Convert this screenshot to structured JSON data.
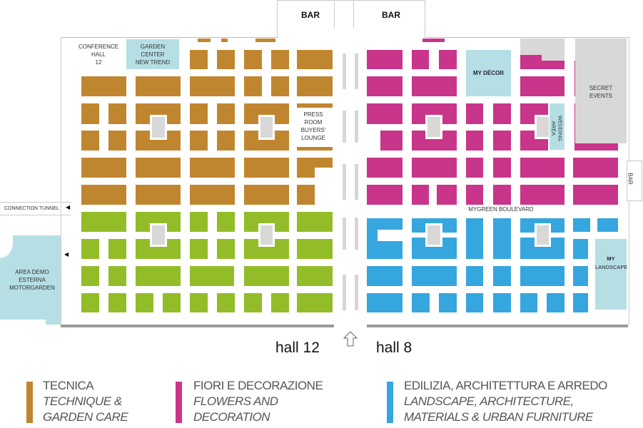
{
  "colors": {
    "technique": "#c0862f",
    "flowers": "#c9358a",
    "technique_green": "#92bd28",
    "landscape": "#36a6de",
    "special_area": "#b5dfe4",
    "service_area": "#d8d8d8"
  },
  "map": {
    "bar_left": "BAR",
    "bar_right": "BAR",
    "bar_side": "BAR",
    "conference_hall": [
      "CONFERENCE",
      "HALL",
      "12"
    ],
    "garden_center": [
      "GARDEN",
      "CENTER",
      "NEW TREND"
    ],
    "press_room": [
      "PRESS",
      "ROOM",
      "BUYERS'",
      "LOUNGE"
    ],
    "my_decor": "MY DÉCOR",
    "secret_events": [
      "SECRET",
      "EVENTS"
    ],
    "wedding_area": [
      "WEDDING",
      "AREA"
    ],
    "mygreen_boulevard": "MYGREEN BOULEVARD",
    "connection_tunnel": "CONNECTION TUNNEL",
    "area_demo": [
      "AREA DEMO",
      "ESTERNA",
      "MOTORGARDEN"
    ],
    "my_landscape": [
      "MY",
      "LANDSCAPE"
    ],
    "hall_12": "hall 12",
    "hall_8": "hall 8"
  },
  "legend": [
    {
      "title": "TECNICA",
      "subtitle_1": "TECHNIQUE &",
      "subtitle_2": "GARDEN CARE",
      "color": "#c0862f"
    },
    {
      "title": "FIORI E DECORAZIONE",
      "subtitle_1": "FLOWERS AND",
      "subtitle_2": "DECORATION",
      "color": "#c9358a"
    },
    {
      "title": "EDILIZIA, ARCHITETTURA E ARREDO",
      "subtitle_1": "LANDSCAPE, ARCHITECTURE,",
      "subtitle_2": "MATERIALS & URBAN FURNITURE",
      "color": "#36a6de"
    }
  ]
}
